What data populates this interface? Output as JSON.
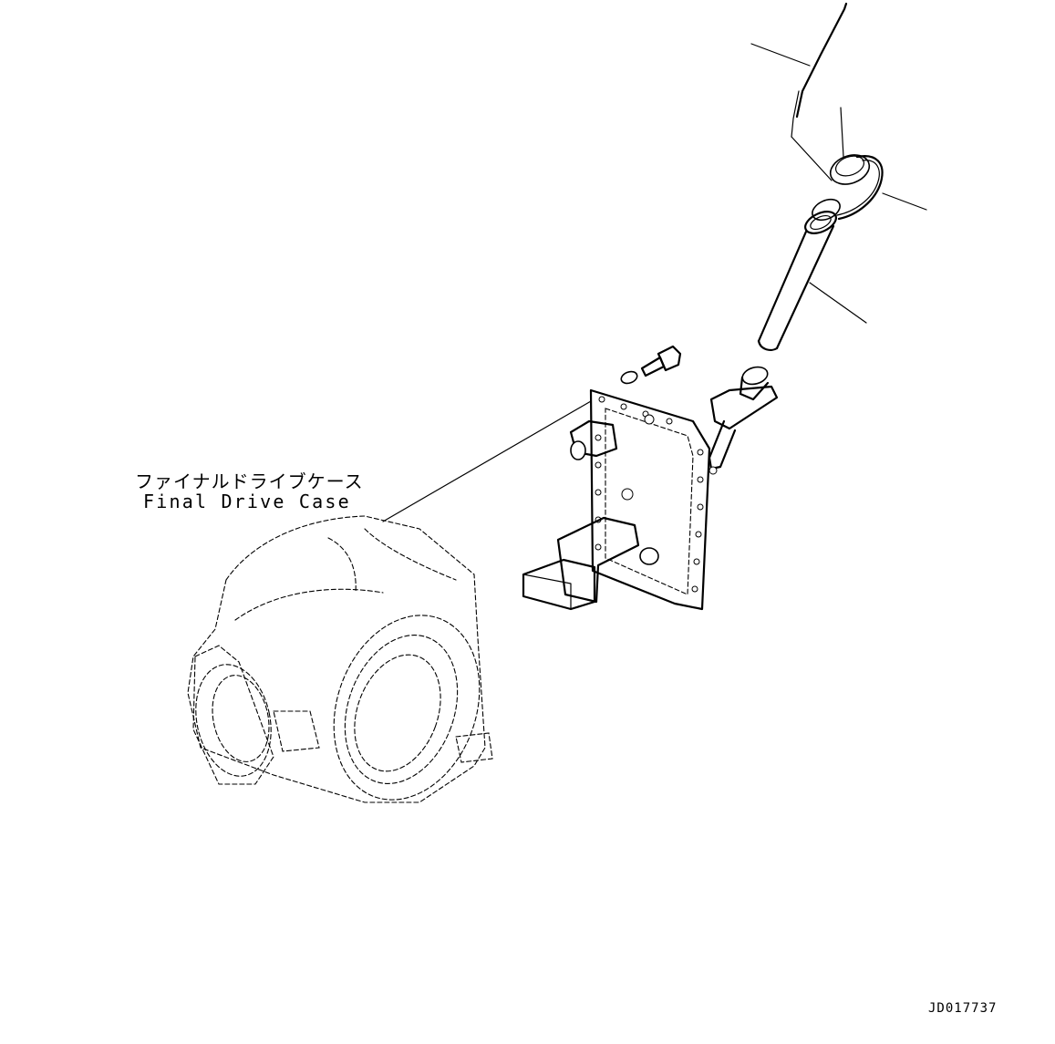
{
  "labels": {
    "final_drive_case_jp": "ファイナルドライブケース",
    "final_drive_case_en": "Final Drive Case"
  },
  "drawing_number": "JD017737"
}
